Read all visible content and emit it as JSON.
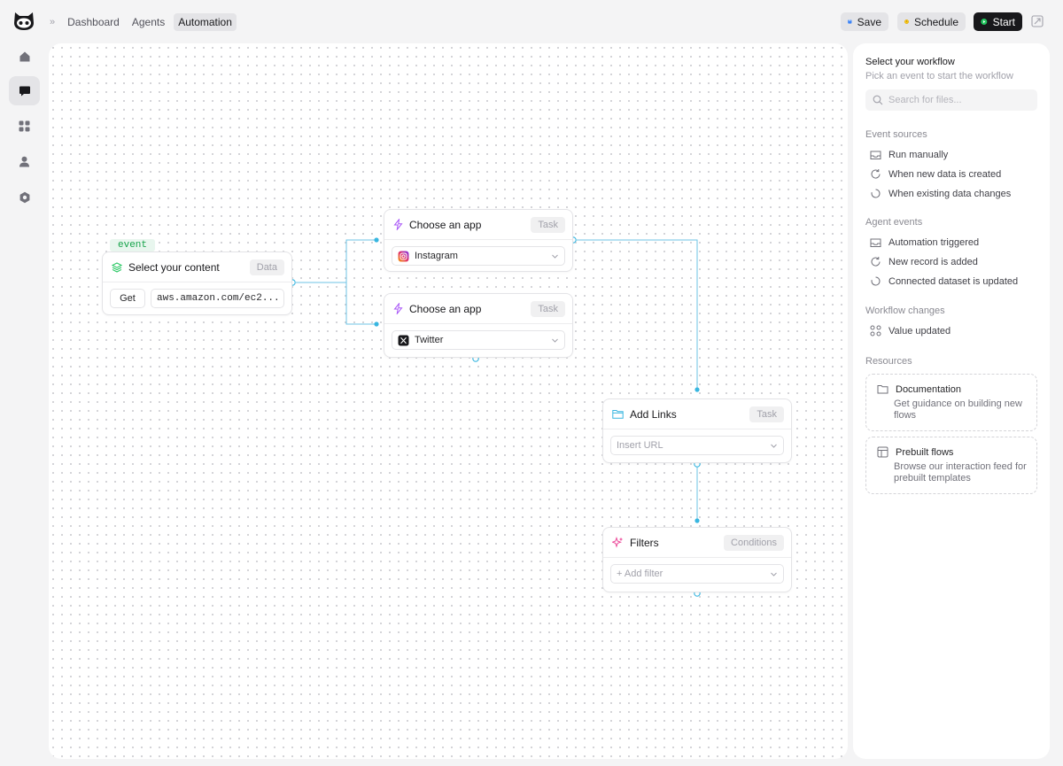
{
  "breadcrumbs": [
    "Dashboard",
    "Agents",
    "Automation"
  ],
  "toolbar": {
    "save_label": "Save",
    "schedule_label": "Schedule",
    "start_label": "Start"
  },
  "nav": [
    "home-icon",
    "chat-icon",
    "grid-icon",
    "user-icon",
    "settings-icon"
  ],
  "canvas": {
    "event_badge": "event",
    "content_node": {
      "title": "Select your content",
      "tag": "Data",
      "method": "Get",
      "url": "aws.amazon.com/ec2..."
    },
    "app_node_1": {
      "title": "Choose an app",
      "tag": "Task",
      "app": "Instagram"
    },
    "app_node_2": {
      "title": "Choose an app",
      "tag": "Task",
      "app": "Twitter"
    },
    "links_node": {
      "title": "Add Links",
      "tag": "Task",
      "placeholder": "Insert URL"
    },
    "filters_node": {
      "title": "Filters",
      "tag": "Conditions",
      "placeholder": "+ Add filter"
    }
  },
  "panel": {
    "title": "Select your workflow",
    "subtitle": "Pick an event to start the workflow",
    "search_placeholder": "Search for files...",
    "sections": [
      {
        "label": "Event sources",
        "items": [
          "Run manually",
          "When new data is created",
          "When existing data changes"
        ]
      },
      {
        "label": "Agent events",
        "items": [
          "Automation triggered",
          "New record is added",
          "Connected dataset is updated"
        ]
      },
      {
        "label": "Workflow changes",
        "items": [
          "Value updated"
        ]
      },
      {
        "label": "Resources",
        "items": []
      }
    ],
    "resources": [
      {
        "title": "Documentation",
        "desc": "Get guidance on building new flows"
      },
      {
        "title": "Prebuilt flows",
        "desc": "Browse our interaction feed for prebuilt templates"
      }
    ]
  },
  "colors": {
    "accent_blue": "#38b6e0",
    "event_green": "#16a34a",
    "bolt_purple": "#a855f7",
    "dark": "#18181b"
  }
}
